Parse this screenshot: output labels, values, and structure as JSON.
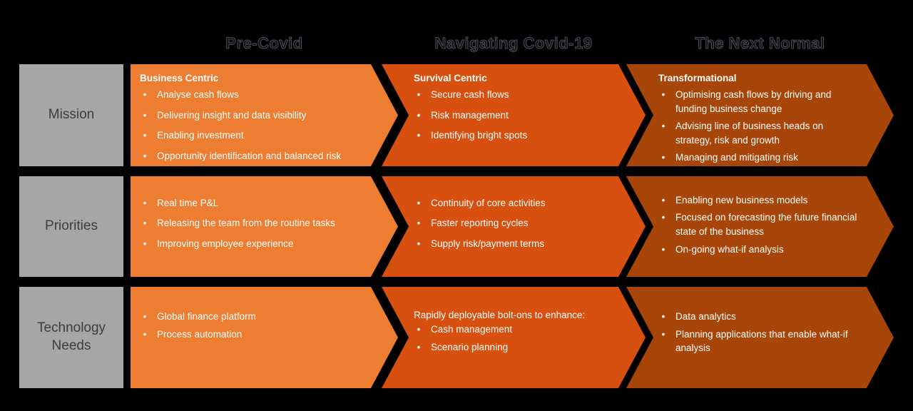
{
  "bullet": "•",
  "colors": {
    "background": "#000000",
    "column1_fill": "#ED7D31",
    "column2_fill": "#D8500F",
    "column3_fill": "#A84508",
    "label_box_fill": "#A6A6A6",
    "label_text": "#3D3D3D",
    "cell_text": "#FFFFFF",
    "header_text": "#121219"
  },
  "header": {
    "columns": [
      "Pre-Covid",
      "Navigating Covid-19",
      "The Next Normal"
    ]
  },
  "rows": [
    {
      "label": "Mission",
      "cells": [
        {
          "heading": "Business Centric",
          "bullets": [
            "Analyse cash flows",
            "Delivering insight and data visibility",
            "Enabling investment",
            "Opportunity identification and balanced risk"
          ]
        },
        {
          "heading": "Survival Centric",
          "bullets": [
            "Secure cash flows",
            "Risk management",
            "Identifying bright spots"
          ]
        },
        {
          "heading": "Transformational",
          "bullets": [
            "Optimising cash flows by driving and funding business change",
            "Advising line of business heads on strategy, risk and growth",
            "Managing and mitigating risk"
          ]
        }
      ]
    },
    {
      "label": "Priorities",
      "cells": [
        {
          "heading": "",
          "bullets": [
            "Real time P&L",
            "Releasing the team from the routine tasks",
            "Improving employee experience"
          ]
        },
        {
          "heading": "",
          "bullets": [
            "Continuity of core activities",
            "Faster reporting cycles",
            "Supply risk/payment terms"
          ]
        },
        {
          "heading": "",
          "bullets": [
            "Enabling new business models",
            "Focused on forecasting the future financial state of the business",
            "On-going what-if analysis"
          ]
        }
      ]
    },
    {
      "label": "Technology Needs",
      "cells": [
        {
          "heading": "",
          "bullets": [
            "Global finance platform",
            "Process automation"
          ]
        },
        {
          "heading": "Rapidly deployable bolt-ons to enhance:",
          "bullets": [
            "Cash management",
            "Scenario planning"
          ]
        },
        {
          "heading": "",
          "bullets": [
            "Data analytics",
            "Planning applications that enable what-if analysis"
          ]
        }
      ]
    }
  ]
}
